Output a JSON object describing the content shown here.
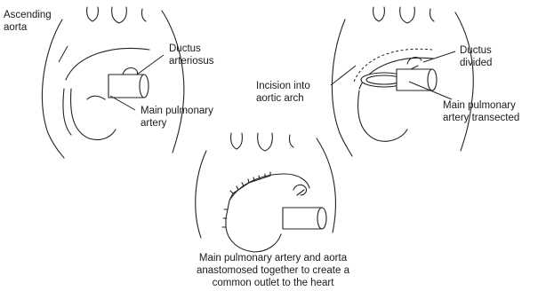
{
  "panel_1": {
    "labels": {
      "ascending_aorta": [
        "Ascending",
        "aorta"
      ],
      "ductus_arteriosus": [
        "Ductus",
        "arteriosus"
      ],
      "main_pulmonary_artery": [
        "Main pulmonary",
        "artery"
      ]
    }
  },
  "panel_2": {
    "labels": {
      "ductus_divided": [
        "Ductus",
        "divided"
      ],
      "incision_into_aortic_arch": [
        "Incision into",
        "aortic arch"
      ],
      "main_pulmonary_artery_transected": [
        "Main pulmonary",
        "artery transected"
      ]
    }
  },
  "panel_3": {
    "caption": [
      "Main pulmonary artery and aorta",
      "anastomosed together to create a",
      "common outlet to the heart"
    ]
  }
}
